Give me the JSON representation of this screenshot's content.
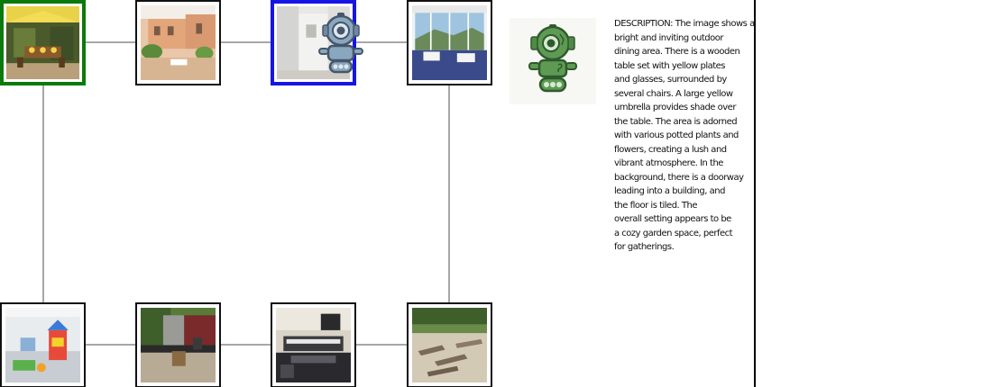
{
  "description": {
    "label": "DESCRIPTION",
    "text": "DESCRIPTION: The image shows a\nbright and inviting outdoor\ndining area. There is a wooden\ntable set with yellow plates\nand glasses, surrounded by\nseveral chairs. A large yellow\numbrella provides shade over\nthe table. The area is adorned\nwith various potted plants and\nflowers, creating a lush and\nvibrant atmosphere. In the\nbackground, there is a doorway\nleading into a building, and\nthe floor is tiled. The\noverall setting appears to be\na cozy garden space, perfect\nfor gatherings."
  },
  "tiles": [
    {
      "id": "garden-dining",
      "state": "selected"
    },
    {
      "id": "villa-courtyard",
      "state": "default"
    },
    {
      "id": "white-hallway",
      "state": "active"
    },
    {
      "id": "glass-sunroom",
      "state": "default"
    },
    {
      "id": "kids-playroom",
      "state": "default"
    },
    {
      "id": "backyard-deck",
      "state": "default"
    },
    {
      "id": "music-studio",
      "state": "default"
    },
    {
      "id": "lounge-chairs",
      "state": "default"
    }
  ],
  "colors": {
    "selected_border": "#0a7a0a",
    "active_border": "#1515e6",
    "connector": "#8a8a8a",
    "robot_green": "#5f9a55",
    "robot_blue": "#8aa7c0"
  },
  "icons": {
    "avatar": "green-robot-icon",
    "cursor_agent": "blue-robot-icon"
  }
}
